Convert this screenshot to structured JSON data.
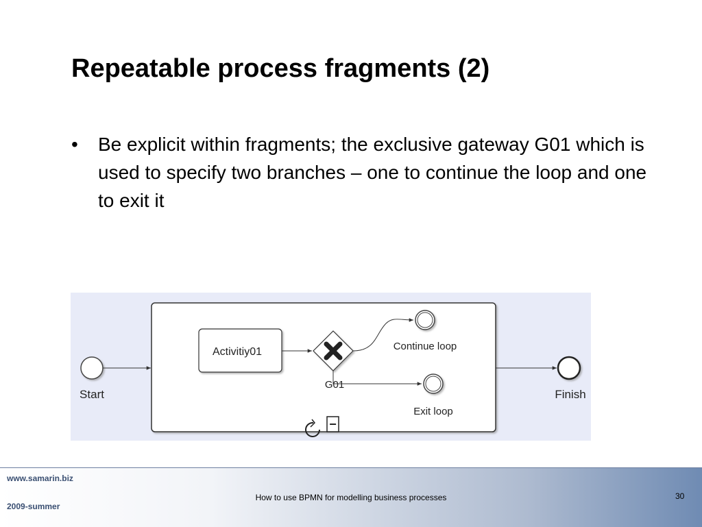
{
  "slide": {
    "title": "Repeatable process fragments (2)",
    "bullets": [
      {
        "marker": "•",
        "text": "Be explicit within fragments; the exclusive gateway G01 which is used to specify two branches – one to continue the loop and one to exit it"
      }
    ]
  },
  "diagram": {
    "start_label": "Start",
    "finish_label": "Finish",
    "activity_label": "Activitiy01",
    "gateway_label": "G01",
    "continue_label": "Continue loop",
    "exit_label": "Exit loop",
    "collapse_symbol": "−"
  },
  "footer": {
    "website": "www.samarin.biz",
    "date": "2009-summer",
    "caption": "How to use  BPMN for modelling business processes",
    "page_number": "30"
  }
}
